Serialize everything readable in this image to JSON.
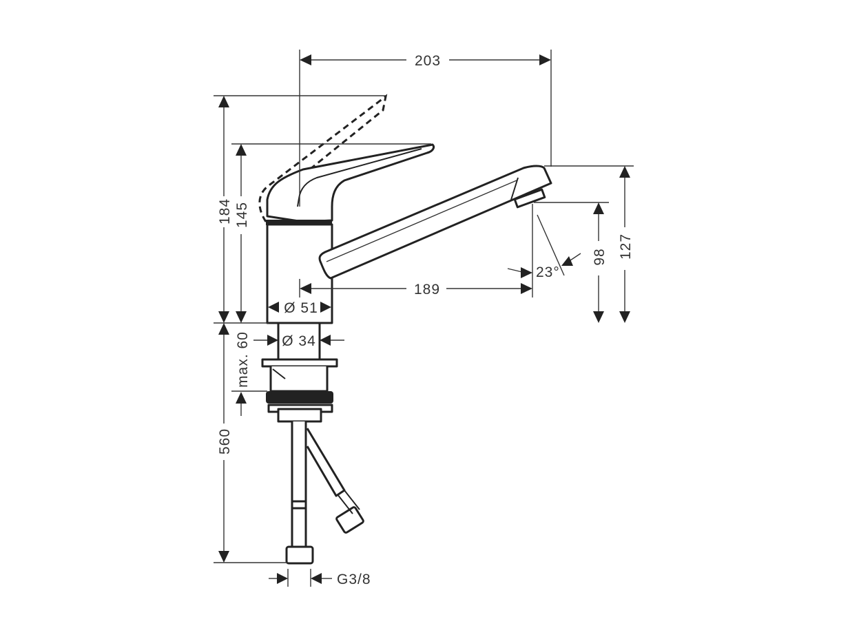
{
  "drawing": {
    "title": "Kitchen faucet single lever mixer - technical dimension drawing",
    "units": "mm",
    "line_color": "#222222",
    "background": "#ffffff"
  },
  "dimensions": {
    "spout_reach_total": "203",
    "spout_reach_from_axis": "189",
    "height_lever_raised": "184",
    "height_lever_closed": "145",
    "spout_outlet_height": "98",
    "spout_top_height": "127",
    "body_diameter": "Ø 51",
    "shank_diameter": "Ø 34",
    "max_counter_thickness": "max. 60",
    "hose_length": "560",
    "connection_thread": "G3/8",
    "spray_angle": "23°"
  }
}
